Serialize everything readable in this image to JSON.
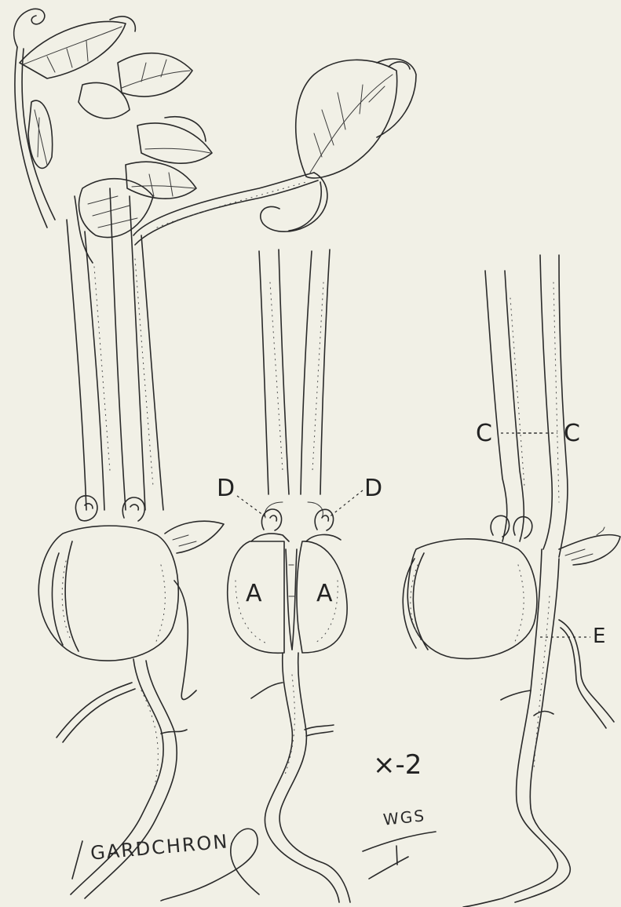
{
  "figure": {
    "labels": {
      "A_left": "A",
      "A_right": "A",
      "C_left": "C",
      "C_right": "C",
      "D_left": "D",
      "D_right": "D",
      "E": "E",
      "magnification": "×-2"
    },
    "signatures": {
      "publication": "GARDCHRON",
      "artist": "WGS"
    }
  }
}
